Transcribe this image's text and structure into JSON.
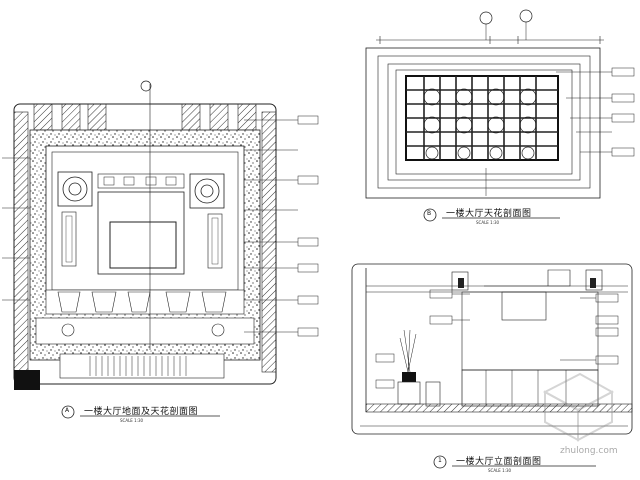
{
  "drawing": {
    "plan": {
      "title": "一楼大厅地面及天花剖面图",
      "scale": "SCALE 1:30",
      "marker": "A"
    },
    "ceiling": {
      "title": "一楼大厅天花剖面图",
      "scale": "SCALE 1:30",
      "marker": "B"
    },
    "elevation": {
      "title": "一楼大厅立面剖面图",
      "scale": "SCALE 1:30",
      "marker": "1"
    }
  },
  "watermark": {
    "text": "zhulong.com"
  }
}
